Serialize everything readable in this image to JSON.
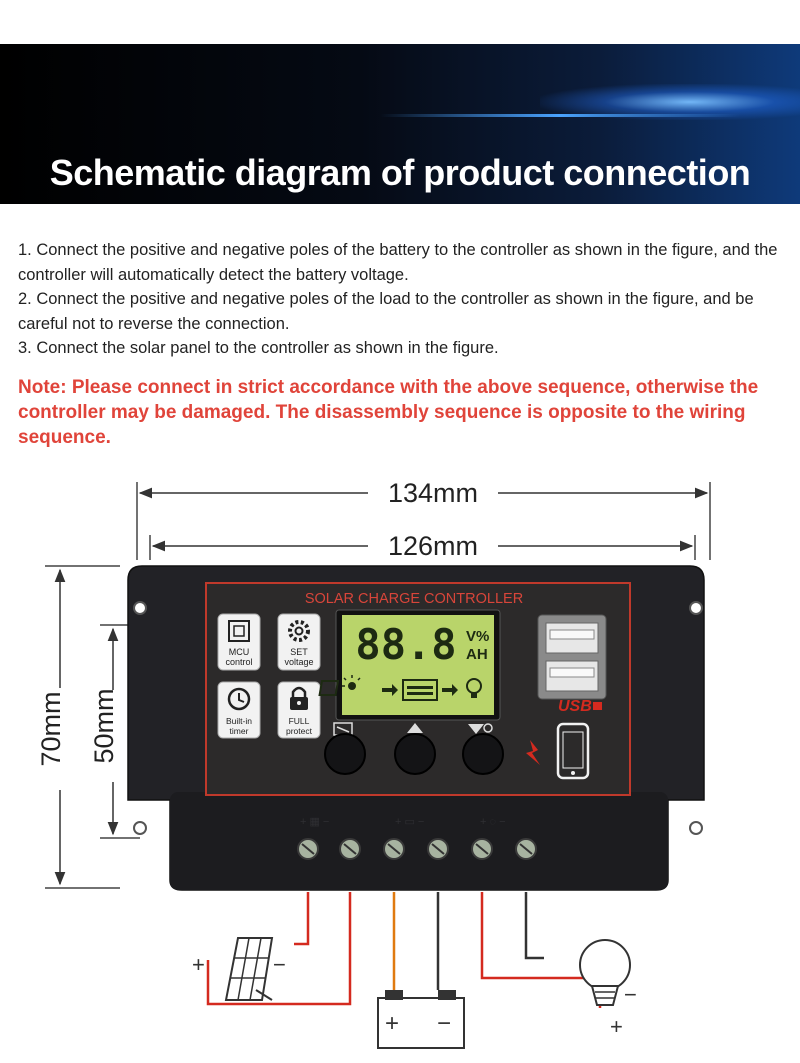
{
  "header": {
    "title": "Schematic diagram of product connection"
  },
  "instructions": [
    "1. Connect the positive and negative poles of the battery to the controller as shown in the figure, and the controller will automatically detect the battery voltage.",
    "2. Connect the positive and negative poles of the load to the controller as shown in the figure, and be careful not to reverse the connection.",
    "3. Connect the solar panel to the controller as shown in the figure."
  ],
  "note": "Note: Please connect in strict accordance with the above sequence, otherwise the controller may be damaged. The disassembly sequence is opposite to the wiring sequence.",
  "dimensions": {
    "outer_width": "134mm",
    "inner_width": "126mm",
    "outer_height": "70mm",
    "inner_height": "50mm"
  },
  "controller": {
    "label": "SOLAR CHARGE CONTROLLER",
    "lcd_value": "88.8",
    "lcd_unit_top": "V%",
    "lcd_unit_bottom": "AH",
    "usb_label": "USB",
    "features": [
      {
        "line1": "MCU",
        "line2": "control",
        "icon": "chip-icon"
      },
      {
        "line1": "SET",
        "line2": "voltage",
        "icon": "gear-icon"
      },
      {
        "line1": "Built-in",
        "line2": "timer",
        "icon": "clock-icon"
      },
      {
        "line1": "FULL",
        "line2": "protect",
        "icon": "lock-icon"
      }
    ]
  },
  "wiring": {
    "plus": "+",
    "minus": "−"
  },
  "colors": {
    "accent_red": "#e0443a",
    "wire_red": "#d42a1f",
    "wire_orange": "#e07a10",
    "lcd_green": "#b9d46a",
    "panel_border": "#c0392b"
  }
}
